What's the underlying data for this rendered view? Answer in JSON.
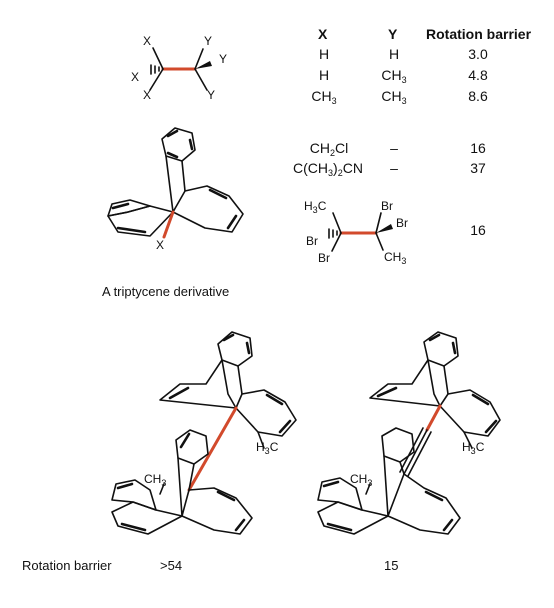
{
  "table": {
    "headers": [
      "X",
      "Y",
      "Rotation barrier"
    ],
    "rows": [
      {
        "x": "H",
        "y": "H",
        "barrier": "3.0"
      },
      {
        "x": "H",
        "y": "CH",
        "y_sub": "3",
        "barrier": "4.8"
      },
      {
        "x": "CH",
        "x_sub": "3",
        "y": "CH",
        "y_sub": "3",
        "barrier": "8.6"
      },
      {
        "x": "CH",
        "x_sub": "2",
        "x_tail": "Cl",
        "y": "–",
        "barrier": "16"
      },
      {
        "x": "C(CH",
        "x_sub": "3",
        "x_mid": ")",
        "x_sub2": "2",
        "x_tail": "CN",
        "y": "–",
        "barrier": "37"
      }
    ],
    "dibromide_barrier": "16"
  },
  "ethane_labels": {
    "x": "X",
    "y": "Y"
  },
  "dibromide_labels": {
    "h3c": "H",
    "h3c_sub": "3",
    "h3c_tail": "C",
    "br": "Br",
    "ch3": "CH",
    "ch3_sub": "3"
  },
  "triptycene": {
    "x_label": "X",
    "caption": "A triptycene derivative"
  },
  "bottom": {
    "h3c_head": "H",
    "h3c_sub": "3",
    "h3c_tail": "C",
    "ch3_head": "CH",
    "ch3_sub": "3",
    "row_label": "Rotation barrier",
    "value_left": ">54",
    "value_right": "15"
  },
  "colors": {
    "bond_highlight": "#d24a2c",
    "ink": "#111111"
  }
}
